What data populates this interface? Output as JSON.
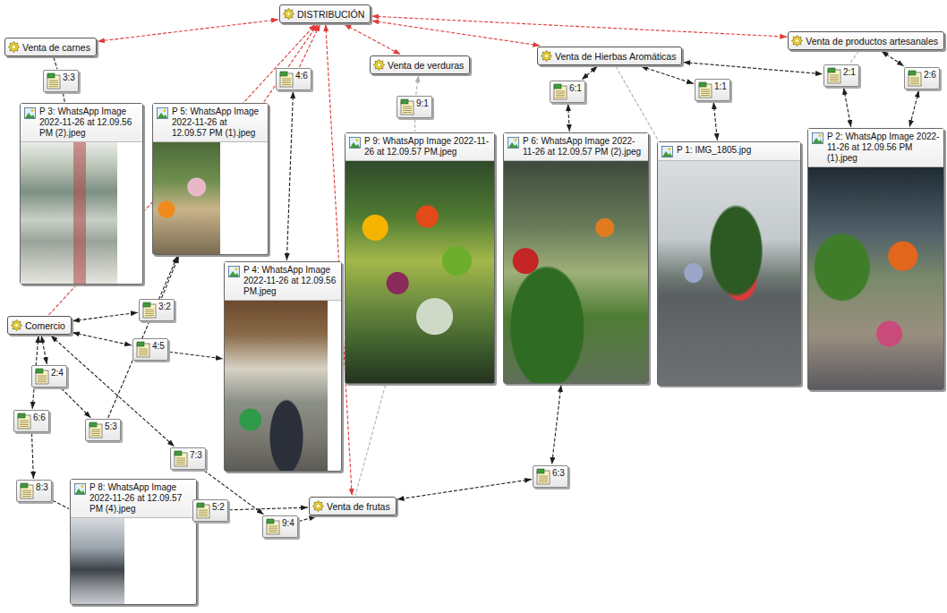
{
  "diagram": {
    "nodes": [
      {
        "text": [
          "DISTRIBUCIÓN"
        ]
      },
      {
        "text": [
          "Venta de carnes"
        ]
      },
      {
        "text": [
          "3:3"
        ]
      },
      {
        "text": [
          "P 3: WhatsApp Image 2022-11-26 at 12.09.56 PM (2).jpeg"
        ]
      },
      {
        "text": [
          "P 5: WhatsApp Image 2022-11-26 at 12.09.57 PM (1).jpeg"
        ]
      },
      {
        "text": [
          "4:6"
        ]
      },
      {
        "text": [
          "Venta de verduras"
        ]
      },
      {
        "text": [
          "Venta de Hierbas Aromáticas"
        ]
      },
      {
        "text": [
          "Venta de productos artesanales"
        ]
      },
      {
        "text": [
          "9:1"
        ]
      },
      {
        "text": [
          "6:1"
        ]
      },
      {
        "text": [
          "1:1"
        ]
      },
      {
        "text": [
          "2:1"
        ]
      },
      {
        "text": [
          "2:6"
        ]
      },
      {
        "text": [
          "P 9: WhatsApp Image 2022-11-26 at 12.09.57 PM.jpeg"
        ]
      },
      {
        "text": [
          "P 6: WhatsApp Image 2022-11-26 at 12.09.57 PM (2).jpeg"
        ]
      },
      {
        "text": [
          "P 1: IMG_1805.jpg"
        ]
      },
      {
        "text": [
          "P 2: WhatsApp Image 2022-11-26 at 12.09.56 PM (1).jpeg"
        ]
      },
      {
        "text": [
          "P 4: WhatsApp Image 2022-11-26 at 12.09.56 PM.jpeg"
        ]
      },
      {
        "text": [
          "Comercio"
        ]
      },
      {
        "text": [
          "3:2"
        ]
      },
      {
        "text": [
          "4:5"
        ]
      },
      {
        "text": [
          "2:4"
        ]
      },
      {
        "text": [
          "6:6"
        ]
      },
      {
        "text": [
          "5:3"
        ]
      },
      {
        "text": [
          "7:3"
        ]
      },
      {
        "text": [
          "8:3"
        ]
      },
      {
        "text": [
          "P 8: WhatsApp Image 2022-11-26 at 12.09.57 PM (4).jpeg"
        ]
      },
      {
        "text": [
          "5:2"
        ]
      },
      {
        "text": [
          "9:4"
        ]
      },
      {
        "text": [
          "Venta de frutas"
        ]
      },
      {
        "text": [
          "6:3"
        ]
      }
    ],
    "edges": [
      {
        "from": 0,
        "to": 1,
        "arrow": "both"
      },
      {
        "from": 0,
        "to": 6,
        "arrow": "both"
      },
      {
        "from": 0,
        "to": 7,
        "arrow": "both"
      },
      {
        "from": 0,
        "to": 8,
        "arrow": "both"
      },
      {
        "from": 0,
        "to": 30,
        "arrow": "both"
      },
      {
        "from": 19,
        "to": 0,
        "arrow": "to"
      },
      {
        "from": 5,
        "to": 0,
        "arrow": "to"
      },
      {
        "from": 4,
        "to": 0,
        "arrow": "to"
      },
      {
        "from": 1,
        "to": 2,
        "arrow": "none"
      },
      {
        "from": 2,
        "to": 3,
        "arrow": "none"
      },
      {
        "from": 9,
        "to": 6,
        "arrow": "to"
      },
      {
        "from": 9,
        "to": 14,
        "arrow": "none"
      },
      {
        "from": 7,
        "to": 10,
        "arrow": "both"
      },
      {
        "from": 10,
        "to": 15,
        "arrow": "both"
      },
      {
        "from": 7,
        "to": 11,
        "arrow": "both"
      },
      {
        "from": 11,
        "to": 16,
        "arrow": "both"
      },
      {
        "from": 7,
        "to": 12,
        "arrow": "both"
      },
      {
        "from": 8,
        "to": 12,
        "arrow": "none"
      },
      {
        "from": 8,
        "to": 13,
        "arrow": "both"
      },
      {
        "from": 12,
        "to": 17,
        "arrow": "both"
      },
      {
        "from": 13,
        "to": 17,
        "arrow": "both"
      },
      {
        "from": 15,
        "to": 31,
        "arrow": "both"
      },
      {
        "from": 31,
        "to": 30,
        "arrow": "both"
      },
      {
        "from": 5,
        "to": 18,
        "arrow": "both"
      },
      {
        "from": 19,
        "to": 20,
        "arrow": "both"
      },
      {
        "from": 19,
        "to": 21,
        "arrow": "both"
      },
      {
        "from": 19,
        "to": 22,
        "arrow": "both"
      },
      {
        "from": 19,
        "to": 23,
        "arrow": "both"
      },
      {
        "from": 19,
        "to": 25,
        "arrow": "both"
      },
      {
        "from": 20,
        "to": 4,
        "arrow": "to"
      },
      {
        "from": 21,
        "to": 18,
        "arrow": "to"
      },
      {
        "from": 23,
        "to": 26,
        "arrow": "to"
      },
      {
        "from": 26,
        "to": 27,
        "arrow": "none"
      },
      {
        "from": 22,
        "to": 24,
        "arrow": "to"
      },
      {
        "from": 24,
        "to": 4,
        "arrow": "to"
      },
      {
        "from": 25,
        "to": 29,
        "arrow": "to"
      },
      {
        "from": 29,
        "to": 30,
        "arrow": "to"
      },
      {
        "from": 28,
        "to": 30,
        "arrow": "to"
      },
      {
        "from": 7,
        "to": 16,
        "arrow": "none"
      },
      {
        "from": 14,
        "to": 30,
        "arrow": "none"
      }
    ]
  }
}
